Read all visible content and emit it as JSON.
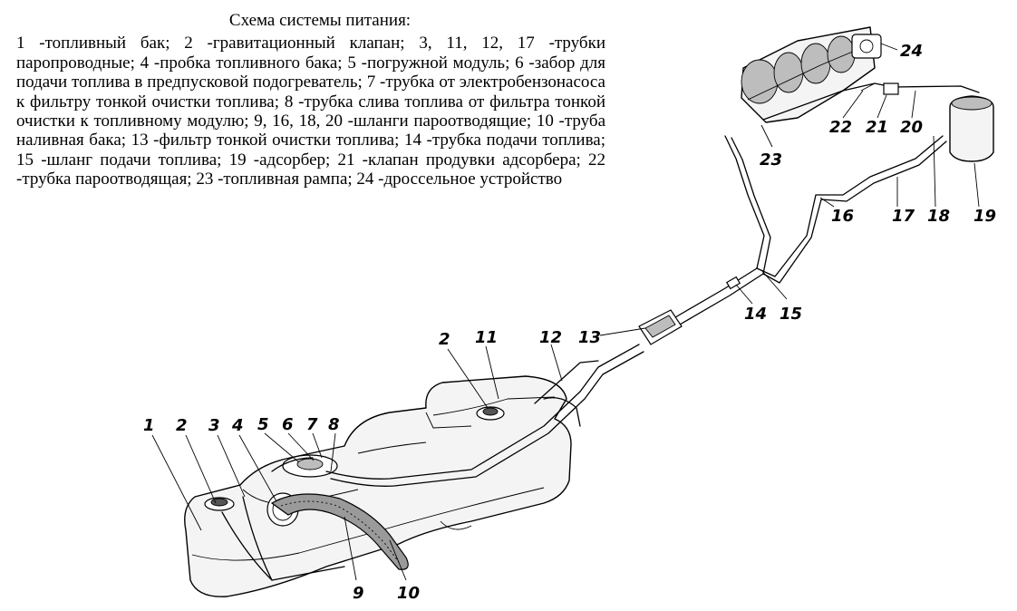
{
  "legend": {
    "title": "Схема системы питания:",
    "text": "1 -топливный бак; 2 -гравитационный клапан; 3, 11, 12, 17 -трубки паропроводные; 4 -пробка топливного бака; 5 -погружной модуль; 6 -забор для подачи топлива в предпусковой подогреватель; 7 -трубка от электробензонасоса к фильтру тонкой очистки топлива; 8 -трубка слива топлива от фильтра тонкой очистки к топливному модулю; 9, 16, 18, 20 -шланги пароотводящие; 10 -труба наливная бака; 13 -фильтр тонкой очистки топлива; 14 -трубка подачи топлива; 15 -шланг подачи топлива; 19 -адсорбер; 21 -клапан продувки адсорбера; 22 -трубка пароотводящая; 23 -топливная рампа; 24 -дроссельное устройство"
  },
  "callouts": {
    "n1": "1",
    "n2": "2",
    "n3": "3",
    "n4": "4",
    "n5": "5",
    "n6": "6",
    "n7": "7",
    "n8": "8",
    "n9": "9",
    "n10": "10",
    "n2b": "2",
    "n11": "11",
    "n12": "12",
    "n13": "13",
    "n14": "14",
    "n15": "15",
    "n16": "16",
    "n17": "17",
    "n18": "18",
    "n19": "19",
    "n20": "20",
    "n21": "21",
    "n22": "22",
    "n23": "23",
    "n24": "24"
  }
}
